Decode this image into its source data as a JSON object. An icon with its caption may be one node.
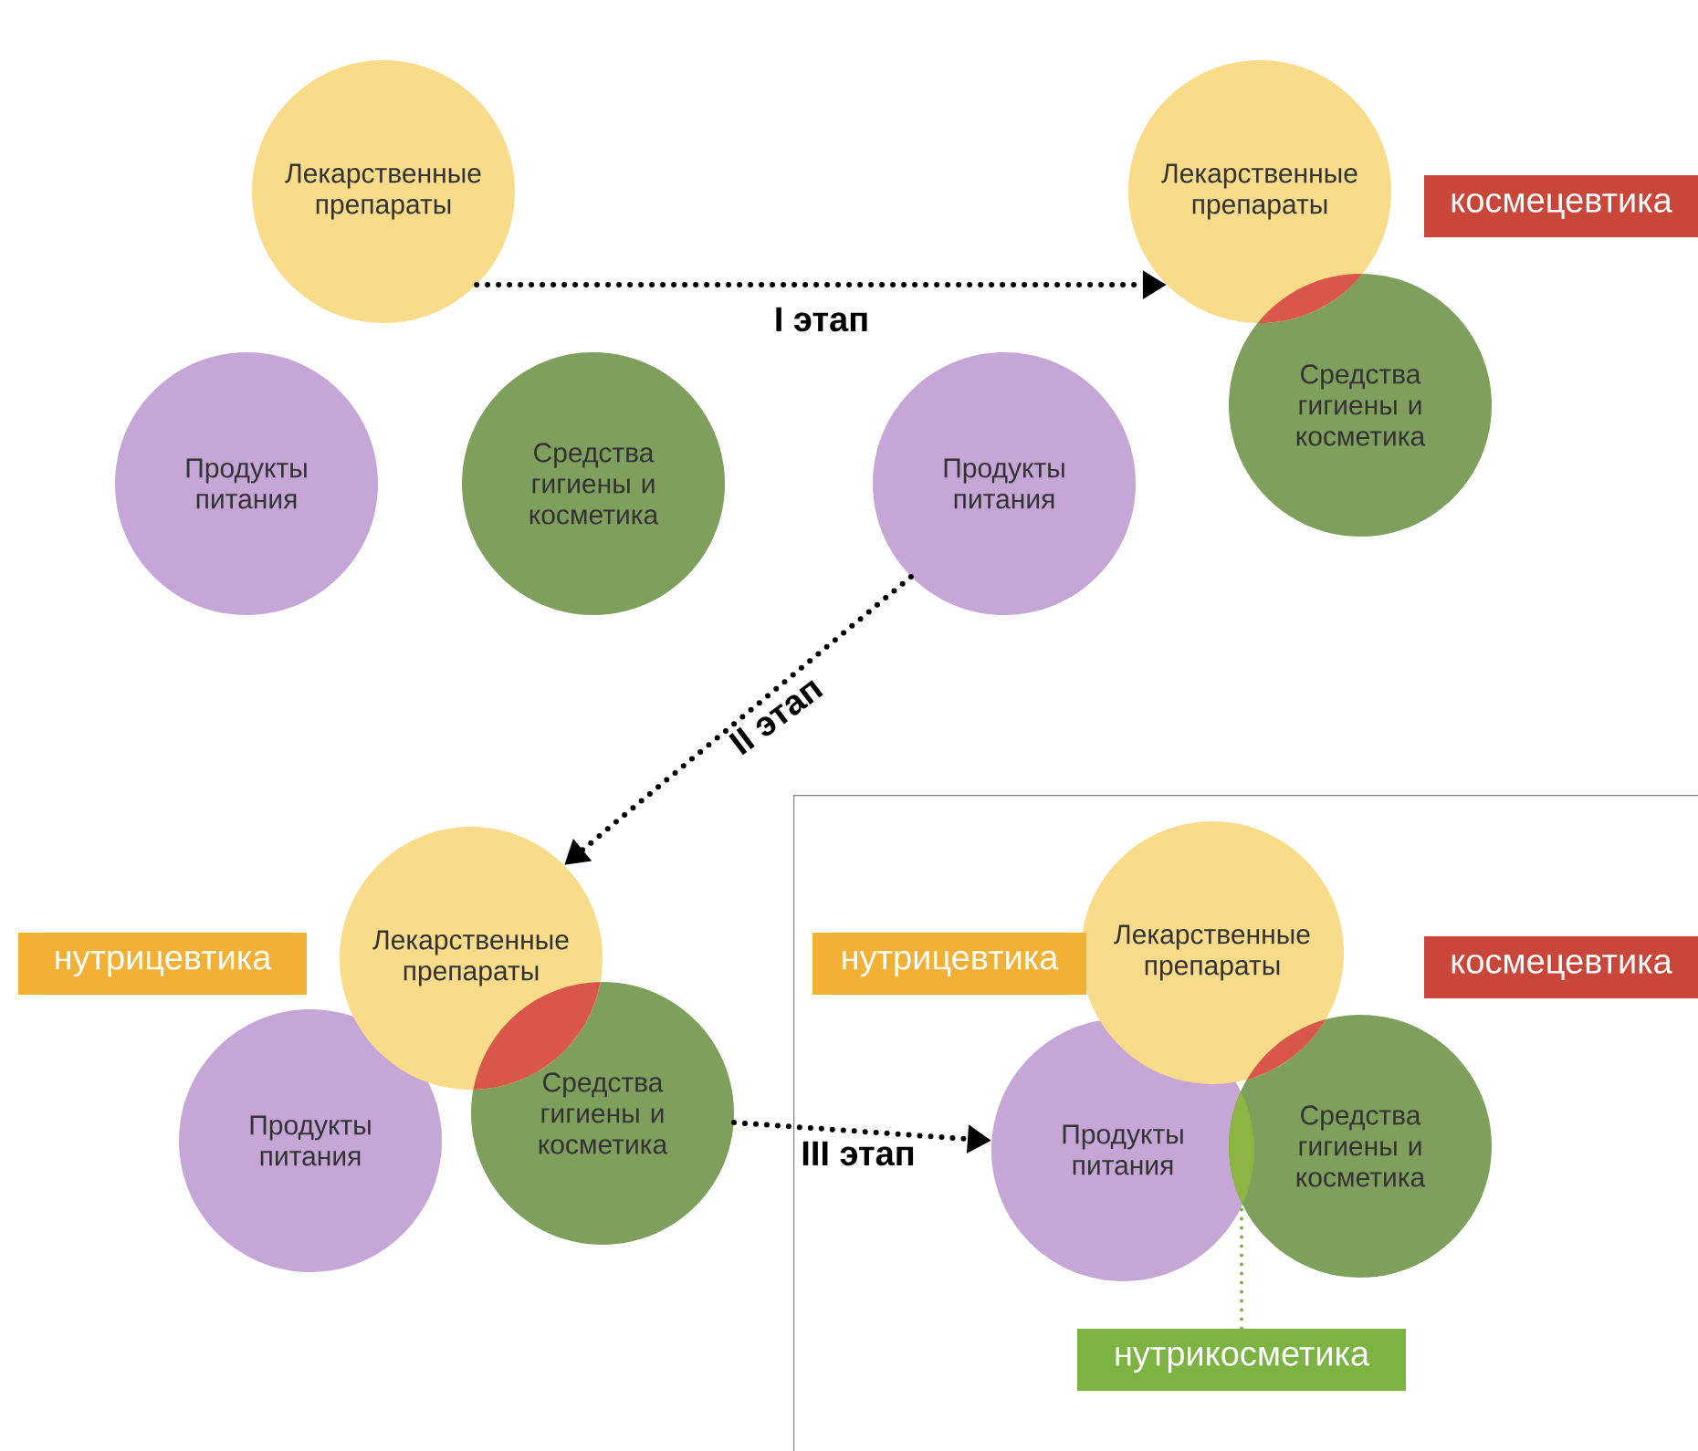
{
  "diagram": {
    "nodes": [
      {
        "text": [
          "Лекарственные препараты"
        ]
      },
      {
        "text": [
          "Продукты питания"
        ]
      },
      {
        "text": [
          "Средства гигиены и косметика"
        ]
      },
      {
        "text": [
          "Лекарственные препараты"
        ]
      },
      {
        "text": [
          "космецевтика"
        ]
      },
      {
        "text": [
          "Средства гигиены и косметика"
        ]
      },
      {
        "text": [
          "Продукты питания"
        ]
      },
      {
        "text": [
          "Лекарственные препараты"
        ]
      },
      {
        "text": [
          "нутрицевтика"
        ]
      },
      {
        "text": [
          "Продукты питания"
        ]
      },
      {
        "text": [
          "Средства гигиены и косметика"
        ]
      },
      {
        "text": [],
        "shape": "box"
      },
      {
        "text": [
          "Лекарственные препараты"
        ],
        "in": 11
      },
      {
        "text": [
          "нутрицевтика"
        ],
        "in": 11
      },
      {
        "text": [
          "космецевтика"
        ],
        "in": 11
      },
      {
        "text": [
          "Продукты питания"
        ],
        "in": 11
      },
      {
        "text": [
          "Средства гигиены и косметика"
        ],
        "in": 11
      },
      {
        "text": [
          "нутрикосметика"
        ],
        "in": 11
      },
      {
        "text": [],
        "shape": "lens"
      }
    ],
    "edges": [
      {
        "from": 0,
        "to": 3,
        "arrow": "to",
        "label": "I этап"
      },
      {
        "from": 6,
        "to": 7,
        "arrow": "to",
        "label": "II этап"
      },
      {
        "from": 10,
        "to": 15,
        "arrow": "to",
        "label": "III этап"
      },
      {
        "from": 17,
        "to": 18,
        "arrow": "none",
        "color": "#7cb342"
      }
    ]
  }
}
